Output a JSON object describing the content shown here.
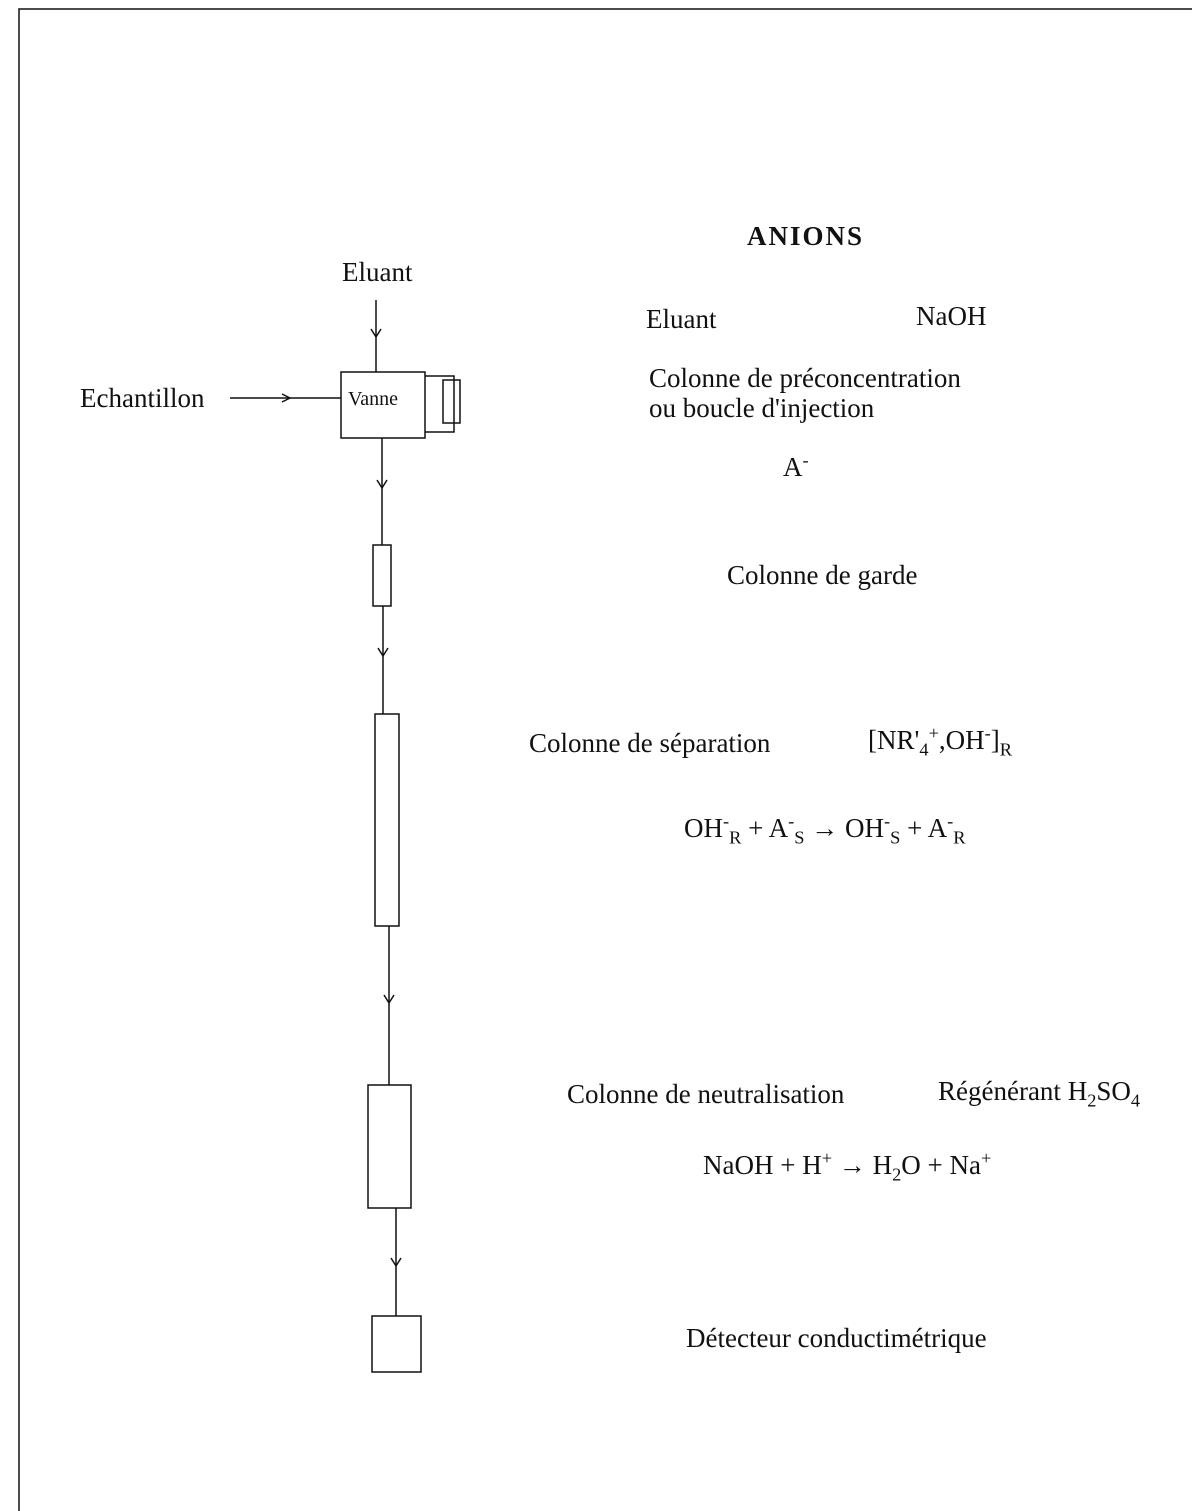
{
  "flow": {
    "eluant_in_label": "Eluant",
    "sample_label": "Echantillon",
    "valve_label": "Vanne"
  },
  "anions": {
    "title": "ANIONS",
    "eluant_label": "Eluant",
    "eluant_value": "NaOH",
    "preconc_line1": "Colonne de préconcentration",
    "preconc_line2": "ou boucle d'injection",
    "analyte": {
      "base": "A",
      "sup": "-"
    },
    "guard_column": "Colonne de garde",
    "separation_column": "Colonne de séparation",
    "neutralisation_column": "Colonne de neutralisation",
    "regenerant_label": "Régénérant",
    "detector": "Détecteur conductimétrique"
  },
  "formulas": {
    "resin": {
      "open": "[NR'",
      "s1": "4",
      "plus": "+",
      "mid": ",OH",
      "minus": "-",
      "close": "]",
      "sub": "R"
    },
    "regenerant": {
      "h": "H",
      "two": "2",
      "so": "SO",
      "four": "4"
    },
    "exchange": {
      "t1": "OH",
      "t1sup": "-",
      "t1sub": "R",
      "plus1": " + ",
      "t2": "A",
      "t2sup": "-",
      "t2sub": "S",
      "arrow": " → ",
      "t3": "OH",
      "t3sup": "-",
      "t3sub": "S",
      "plus2": " + ",
      "t4": "A",
      "t4sup": "-",
      "t4sub": "R"
    },
    "neutralisation": {
      "a": "NaOH + H",
      "asup": "+",
      "arrow": " → ",
      "b": "H",
      "bsub": "2",
      "c": "O + Na",
      "csup": "+"
    }
  }
}
